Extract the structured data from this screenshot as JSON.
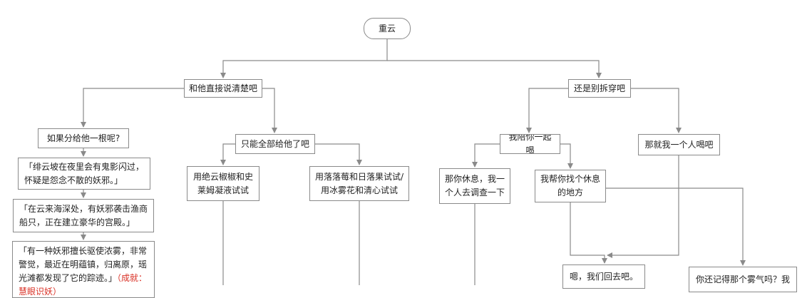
{
  "root": "重云",
  "level1": {
    "left": "和他直接说清楚吧",
    "right": "还是别拆穿吧"
  },
  "left_branch": {
    "ask": "如果分给他一根呢?",
    "quests": {
      "q1": "「绯云坡在夜里会有鬼影闪过，怀疑是怨念不散的妖邪。」",
      "q2": "「在云来海深处，有妖邪袭击渔商船只，正在建立豪华的宫殿。」",
      "q3": "「有一种妖邪擅长驱使浓雾，非常警觉，最近在明蕴镇，归离原，瑶光滩都发现了它的踪迹。」",
      "q3_extra": "（成就：慧眼识妖）"
    },
    "give_all": "只能全部给他了吧",
    "opt_a": "用绝云椒椒和史莱姆凝液试试",
    "opt_b": "用落落莓和日落果试试/用冰雾花和清心试试"
  },
  "right_branch": {
    "drink_with": "我陪你一起喝",
    "drink_alone": "那就我一个人喝吧",
    "rest": "那你休息，我一个人去调查一下",
    "find_place": "我帮你找个休息的地方",
    "go_back": "嗯，我们回去吧。",
    "fog": "你还记得那个雾气吗？我"
  }
}
